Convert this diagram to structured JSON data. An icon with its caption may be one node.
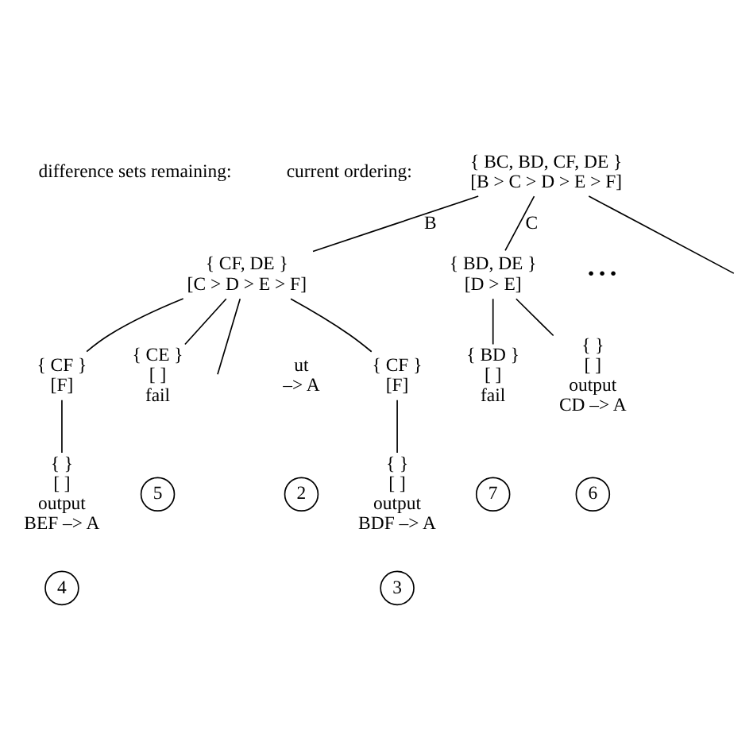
{
  "diagram": {
    "nodes": [
      {
        "text": [
          "{ BC, BD, CF, DE }",
          "[B > C > D > E > F]"
        ]
      },
      {
        "text": [
          "{ CF, DE }",
          "[C > D > E > F]"
        ]
      },
      {
        "text": [
          "{ BD, DE }",
          "[D > E]"
        ]
      },
      {
        "text": [
          "ut",
          "–> A"
        ]
      },
      {
        "text": [
          "2"
        ]
      },
      {
        "text": [
          "{ CF }",
          "[F]"
        ]
      },
      {
        "text": [
          "{ }",
          "[ ]",
          "output",
          "BDF –> A"
        ]
      },
      {
        "text": [
          "3"
        ]
      },
      {
        "text": [
          "{ CF }",
          "[F]"
        ]
      },
      {
        "text": [
          "{ }",
          "[ ]",
          "output",
          "BEF –> A"
        ]
      },
      {
        "text": [
          "4"
        ]
      },
      {
        "text": [
          "{ CE }",
          "[ ]",
          "fail"
        ]
      },
      {
        "text": [
          "5"
        ]
      },
      {
        "text": [
          "{ }",
          "[ ]",
          "output",
          "CD –> A"
        ]
      },
      {
        "text": [
          "6"
        ]
      },
      {
        "text": [
          "{ BD }",
          "[ ]",
          "fail"
        ]
      },
      {
        "text": [
          "7"
        ]
      }
    ],
    "edges": [
      {
        "from": 0,
        "to": 1,
        "arrow": "none",
        "label": "B"
      },
      {
        "from": 0,
        "to": 2,
        "arrow": "none",
        "label": "C"
      },
      {
        "from": 0,
        "to": null,
        "arrow": "none"
      },
      {
        "from": 1,
        "to": null,
        "arrow": "none"
      },
      {
        "from": 1,
        "to": 5,
        "arrow": "none"
      },
      {
        "from": 1,
        "to": 8,
        "arrow": "none"
      },
      {
        "from": 1,
        "to": 11,
        "arrow": "none"
      },
      {
        "from": 5,
        "to": 6,
        "arrow": "none"
      },
      {
        "from": 8,
        "to": 9,
        "arrow": "none"
      },
      {
        "from": 2,
        "to": 13,
        "arrow": "none"
      },
      {
        "from": 2,
        "to": 15,
        "arrow": "none"
      }
    ],
    "labels": [
      "difference sets remaining:",
      "current ordering:",
      "• • •"
    ]
  }
}
